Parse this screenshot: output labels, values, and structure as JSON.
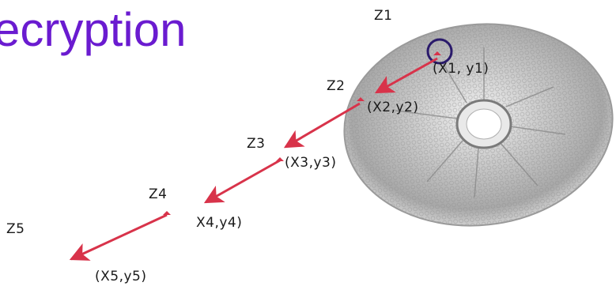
{
  "slide": {
    "title": "ecryption"
  },
  "colors": {
    "title": "#6a1bd0",
    "arrow": "#d8334a",
    "circle": "#2a1a6b",
    "specimen": "#bdbdbd"
  },
  "depth_labels": [
    "Z1",
    "Z2",
    "Z3",
    "Z4",
    "Z5"
  ],
  "coordinate_labels": [
    "(X1, y1)",
    "(X2,y2)",
    "(X3,y3)",
    "X4,y4)",
    "(X5,y5)"
  ]
}
